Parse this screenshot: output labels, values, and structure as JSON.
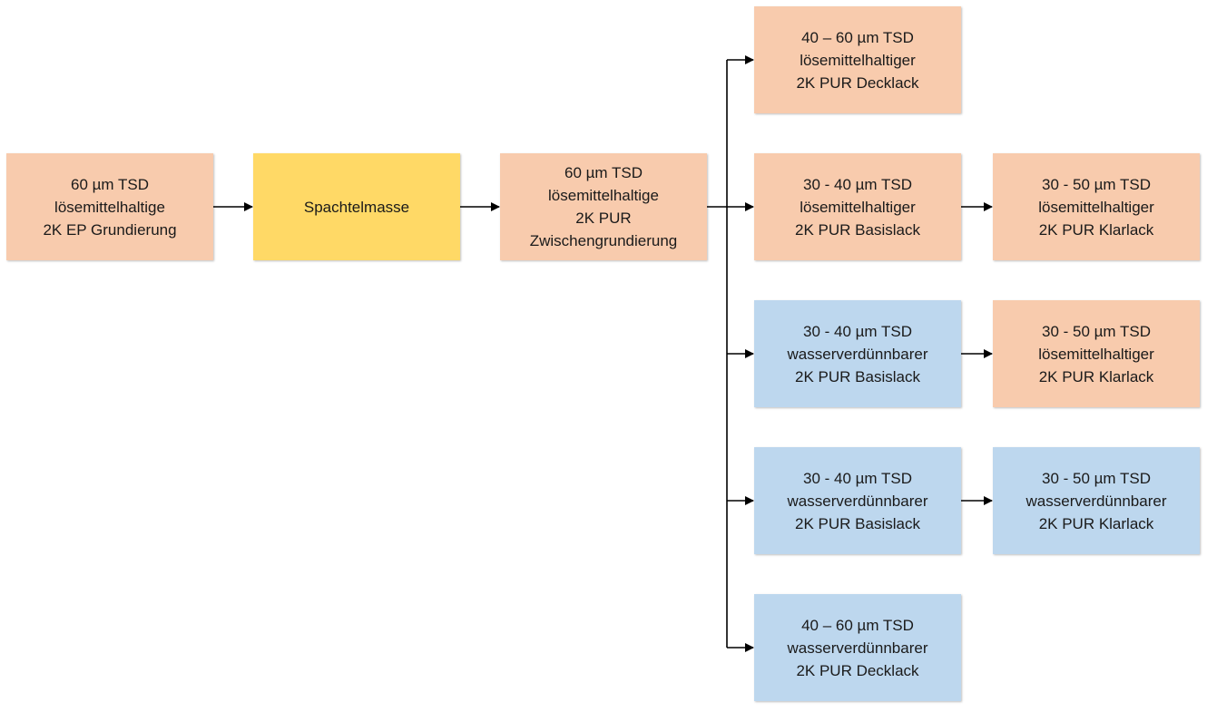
{
  "colors": {
    "solvent": "#F8CBAD",
    "filler": "#FFD966",
    "water": "#BDD7EE",
    "connector": "#000000"
  },
  "boxes": [
    {
      "id": "b1",
      "kind": "solvent",
      "text": "60 µm TSD\nlösemittelhaltige\n2K EP Grundierung"
    },
    {
      "id": "b2",
      "kind": "filler",
      "text": "Spachtelmasse"
    },
    {
      "id": "b3",
      "kind": "solvent",
      "text": "60 µm TSD\nlösemittelhaltige\n2K PUR\nZwischengrundierung"
    },
    {
      "id": "b4",
      "kind": "solvent",
      "text": "40 – 60 µm TSD\nlösemittelhaltiger\n2K PUR Decklack"
    },
    {
      "id": "b5",
      "kind": "solvent",
      "text": "30 - 40 µm TSD\nlösemittelhaltiger\n2K PUR Basislack"
    },
    {
      "id": "b6",
      "kind": "solvent",
      "text": "30 - 50 µm TSD\nlösemittelhaltiger\n2K PUR Klarlack"
    },
    {
      "id": "b7",
      "kind": "water",
      "text": "30 - 40 µm TSD\nwasserverdünnbarer\n2K PUR Basislack"
    },
    {
      "id": "b8",
      "kind": "solvent",
      "text": "30 - 50 µm TSD\nlösemittelhaltiger\n2K PUR Klarlack"
    },
    {
      "id": "b9",
      "kind": "water",
      "text": "30 - 40 µm TSD\nwasserverdünnbarer\n2K PUR Basislack"
    },
    {
      "id": "b10",
      "kind": "water",
      "text": "30 - 50 µm TSD\nwasserverdünnbarer\n2K PUR Klarlack"
    },
    {
      "id": "b11",
      "kind": "water",
      "text": "40 – 60 µm TSD\nwasserverdünnbarer\n2K PUR Decklack"
    }
  ],
  "edges": [
    [
      "b1",
      "b2"
    ],
    [
      "b2",
      "b3"
    ],
    [
      "b3",
      "b4"
    ],
    [
      "b3",
      "b5"
    ],
    [
      "b3",
      "b7"
    ],
    [
      "b3",
      "b9"
    ],
    [
      "b3",
      "b11"
    ],
    [
      "b5",
      "b6"
    ],
    [
      "b7",
      "b8"
    ],
    [
      "b9",
      "b10"
    ]
  ]
}
